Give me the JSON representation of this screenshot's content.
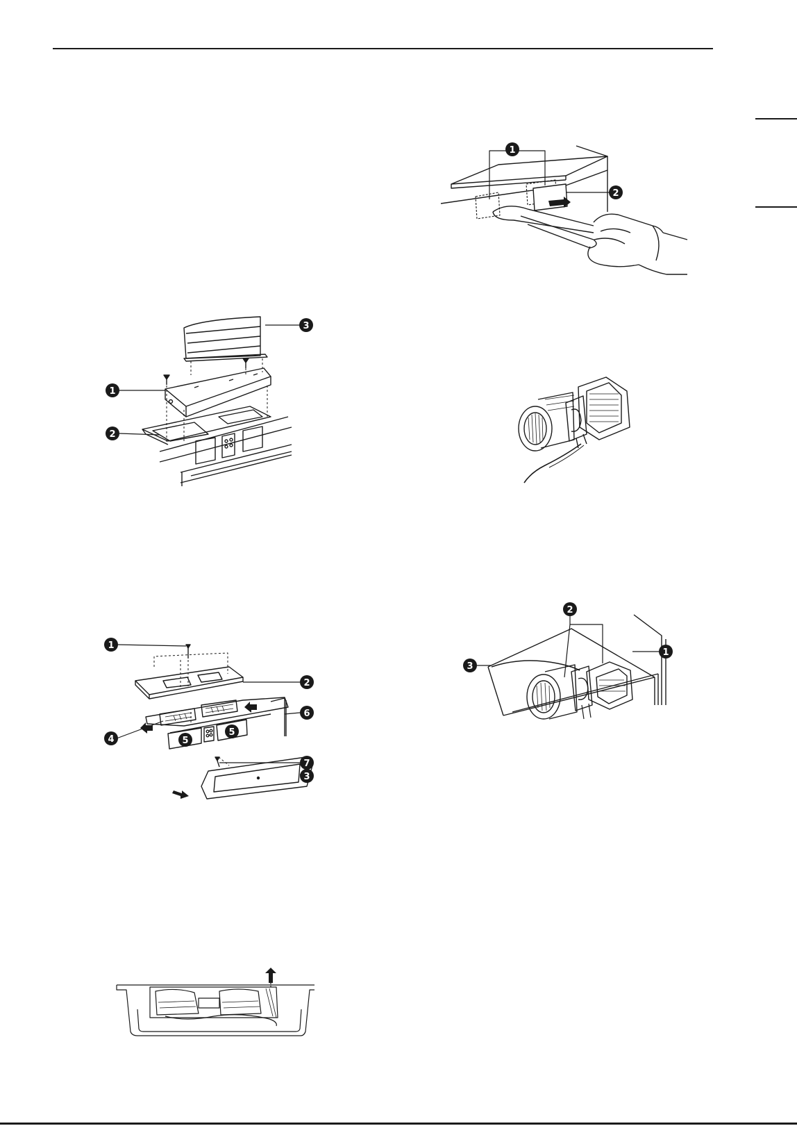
{
  "figures": [
    {
      "id": "fig-bracket-assembly",
      "callouts": [
        "1",
        "2",
        "3"
      ]
    },
    {
      "id": "fig-knockout-removal",
      "callouts": [
        "1",
        "2"
      ]
    },
    {
      "id": "fig-blower-motor",
      "callouts": []
    },
    {
      "id": "fig-exploded-plate",
      "callouts": [
        "1",
        "2",
        "3",
        "4",
        "5",
        "5",
        "6",
        "7"
      ]
    },
    {
      "id": "fig-blower-installed",
      "callouts": [
        "1",
        "2",
        "3"
      ]
    },
    {
      "id": "fig-blower-top-view",
      "callouts": []
    }
  ]
}
